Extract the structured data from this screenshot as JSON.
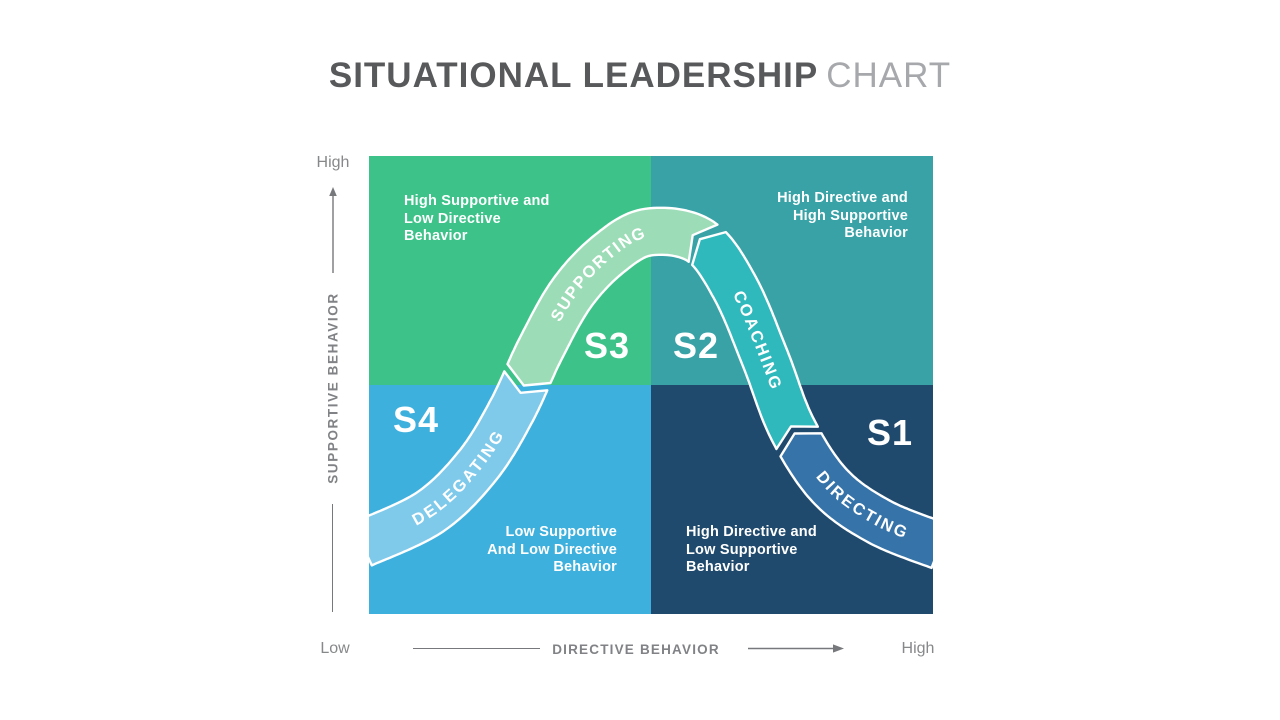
{
  "title": {
    "main": "SITUATIONAL LEADERSHIP",
    "light": "CHART"
  },
  "y_axis": {
    "top_label": "High",
    "title": "SUPPORTIVE BEHAVIOR"
  },
  "x_axis": {
    "left_label": "Low",
    "title": "DIRECTIVE BEHAVIOR",
    "right_label": "High"
  },
  "quadrants": [
    {
      "id": "S3",
      "position": "top-left",
      "color": "#3DC38A",
      "band": {
        "label": "SUPPORTING",
        "color": "#9CDCB7"
      },
      "description": [
        "High Supportive and",
        "Low Directive",
        "Behavior"
      ]
    },
    {
      "id": "S2",
      "position": "top-right",
      "color": "#38A2A6",
      "band": {
        "label": "COACHING",
        "color": "#2FB9BC"
      },
      "description": [
        "High Directive and",
        "High Supportive",
        "Behavior"
      ]
    },
    {
      "id": "S4",
      "position": "bottom-left",
      "color": "#3EB0DD",
      "band": {
        "label": "DELEGATING",
        "color": "#7FC9EB"
      },
      "description": [
        "Low Supportive",
        "And Low Directive",
        "Behavior"
      ]
    },
    {
      "id": "S1",
      "position": "bottom-right",
      "color": "#1F4A6D",
      "band": {
        "label": "DIRECTING",
        "color": "#3573A9"
      },
      "description": [
        "High Directive and",
        "Low Supportive",
        "Behavior"
      ]
    }
  ],
  "band_style": {
    "outline_color": "#ffffff",
    "text_color": "#ffffff"
  }
}
